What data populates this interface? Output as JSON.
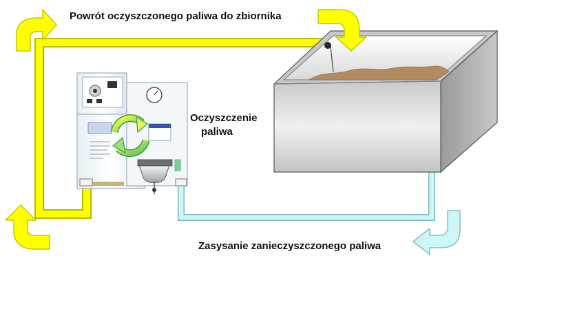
{
  "labels": {
    "return_fuel": "Powrót oczyszczonego paliwa do zbiornika",
    "purification_line1": "Oczyszczenie",
    "purification_line2": "paliwa",
    "intake_contaminated": "Zasysanie zanieczyszczonego paliwa"
  },
  "colors": {
    "return_line": "#ffff00",
    "return_line_edge": "#b9b900",
    "intake_line": "#cdf7f7",
    "intake_line_edge": "#7fb7c0",
    "tank_body": "#d6d6d6",
    "tank_interior": "#eeeeee",
    "fuel": "#b38a60"
  }
}
